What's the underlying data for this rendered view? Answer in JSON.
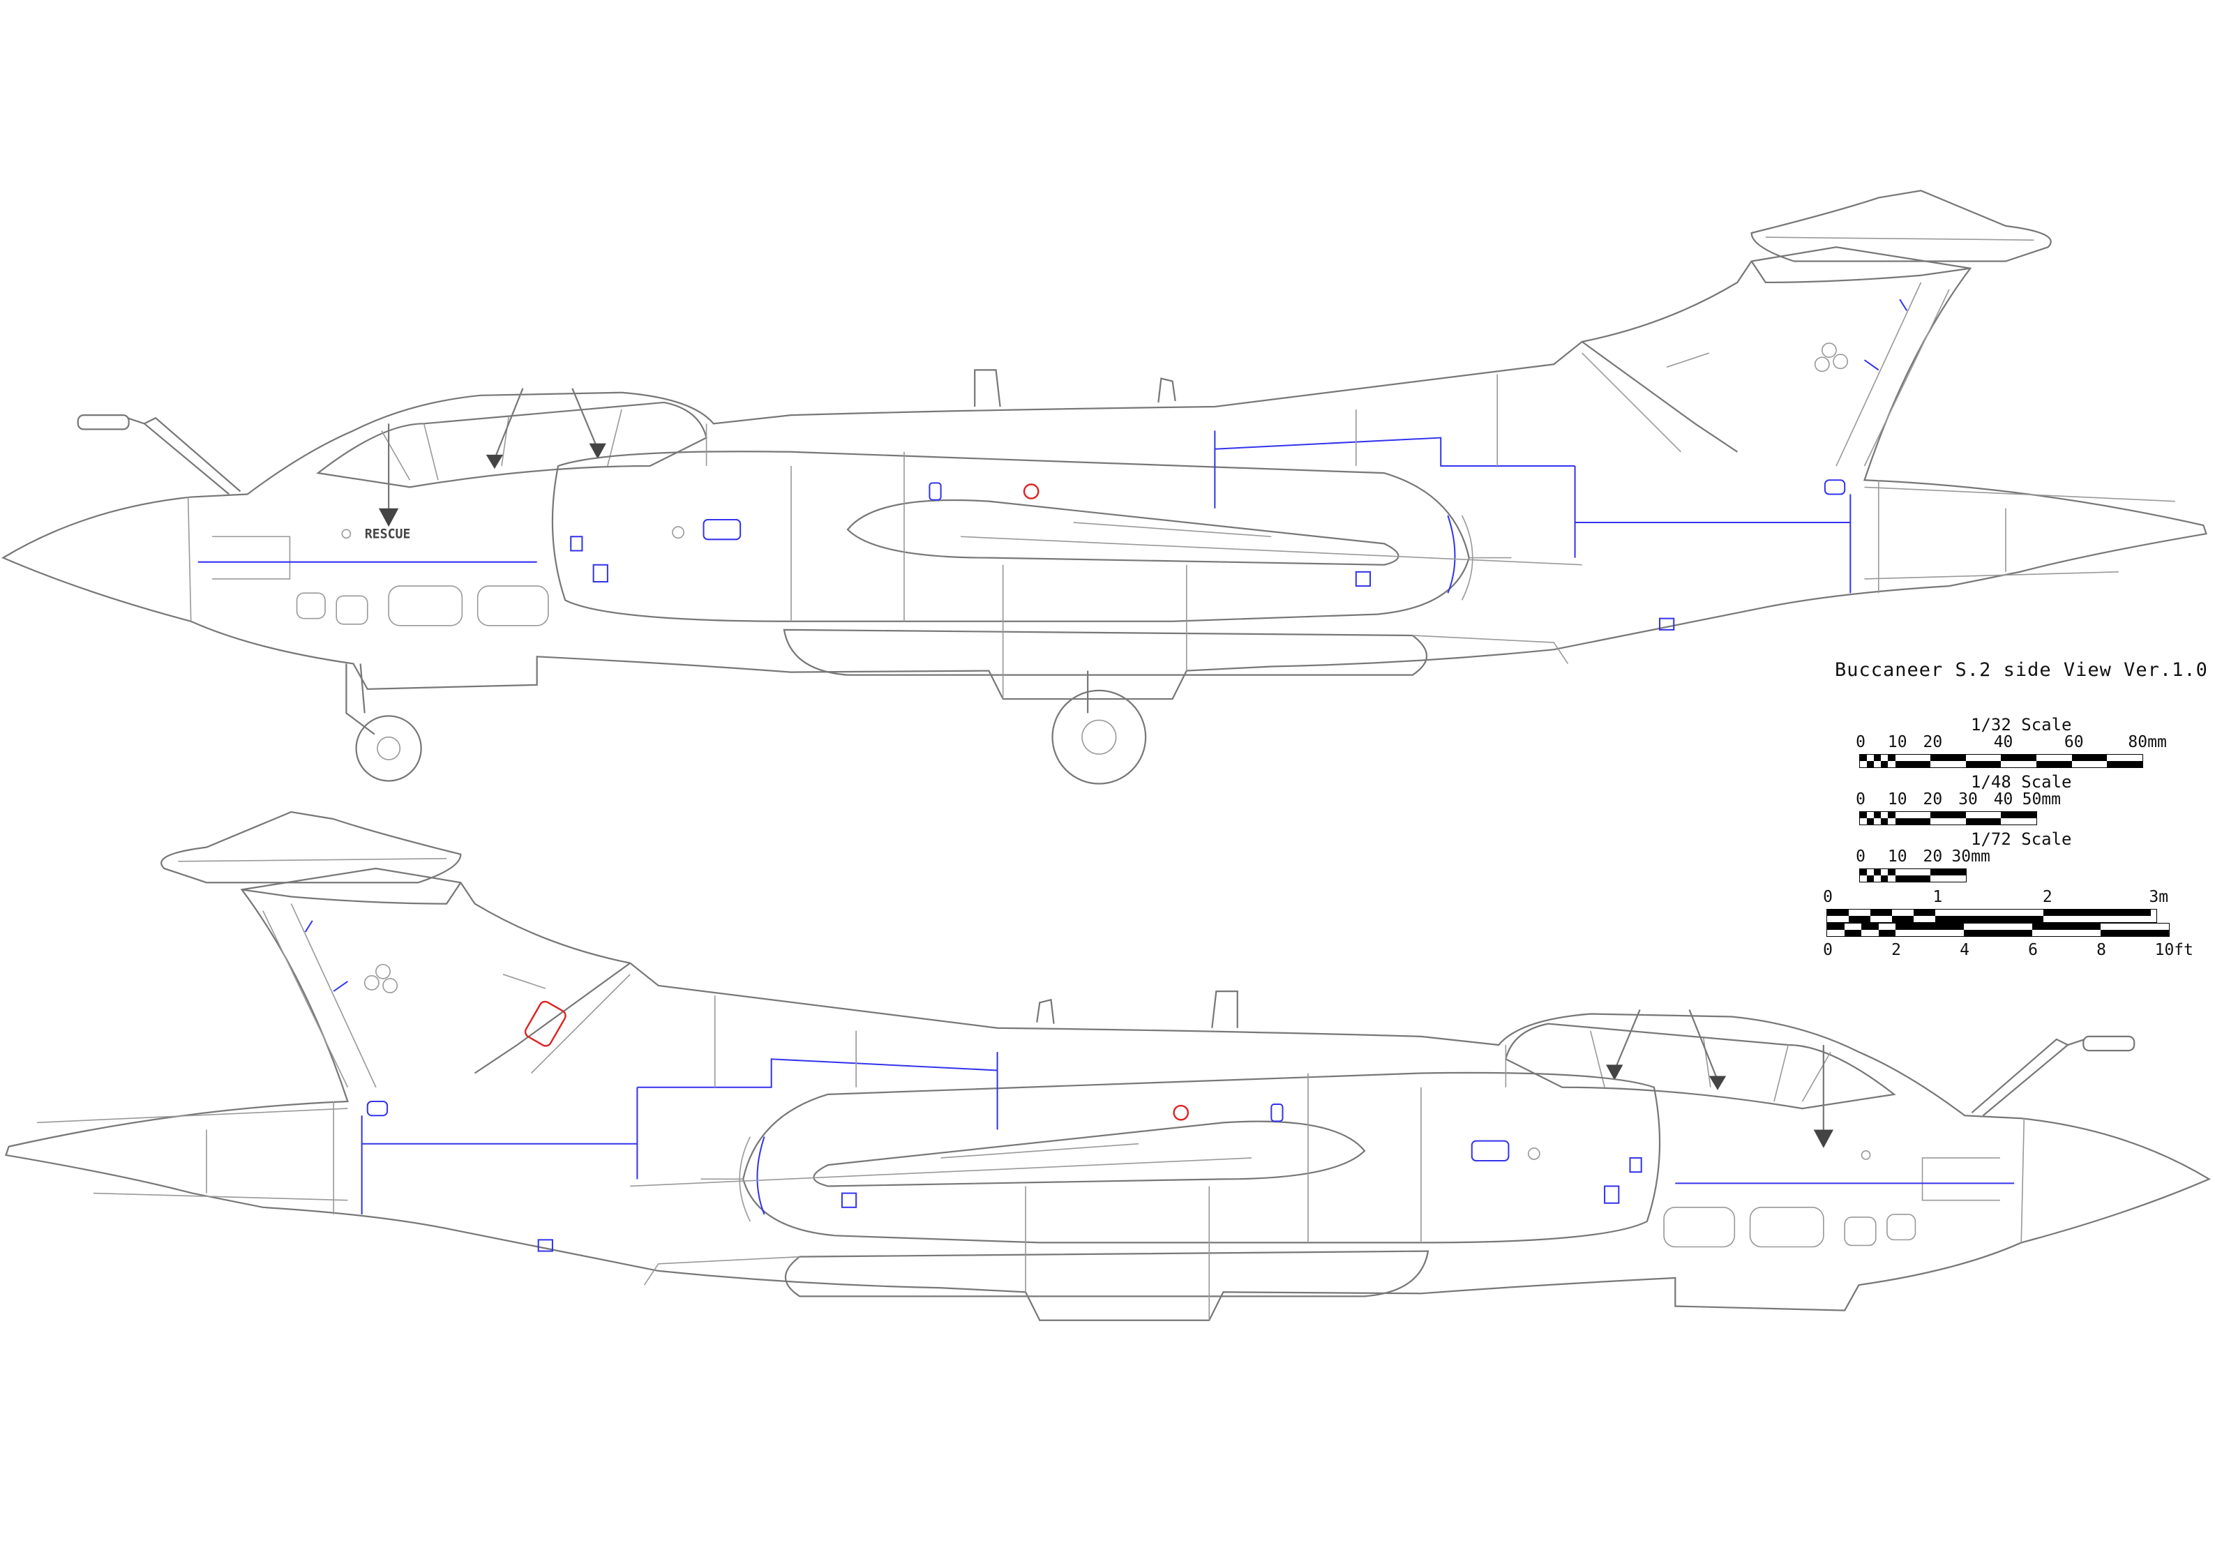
{
  "title": "Buccaneer S.2  side View Ver.1.0",
  "markings": {
    "rescue": "RESCUE"
  },
  "scales": [
    {
      "label": "1/32 Scale",
      "unit_max": 80,
      "ticks": [
        "0",
        "10",
        "20",
        "40",
        "60",
        "80mm"
      ],
      "tick_values": [
        0,
        10,
        20,
        40,
        60,
        80
      ],
      "fine_to": 10,
      "fine_step": 2,
      "coarse_step": 10
    },
    {
      "label": "1/48 Scale",
      "unit_max": 50,
      "ticks": [
        "0",
        "10",
        "20",
        "30",
        "40",
        "50mm"
      ],
      "tick_values": [
        0,
        10,
        20,
        30,
        40,
        50
      ],
      "fine_to": 10,
      "fine_step": 2,
      "coarse_step": 10
    },
    {
      "label": "1/72 Scale",
      "unit_max": 30,
      "ticks": [
        "0",
        "10",
        "20",
        "30mm"
      ],
      "tick_values": [
        0,
        10,
        20,
        30
      ],
      "fine_to": 10,
      "fine_step": 2,
      "coarse_step": 10
    }
  ],
  "real_scale": {
    "metric_ticks": [
      "0",
      "1",
      "2",
      "3m"
    ],
    "metric_values": [
      0,
      1,
      2,
      3
    ],
    "imperial_ticks": [
      "0",
      "2",
      "4",
      "6",
      "8",
      "10ft"
    ],
    "imperial_values": [
      0,
      2,
      4,
      6,
      8,
      10
    ]
  },
  "colors": {
    "outline": "#777777",
    "panel_blue": "#3333ee",
    "marker_red": "#dd2222"
  }
}
